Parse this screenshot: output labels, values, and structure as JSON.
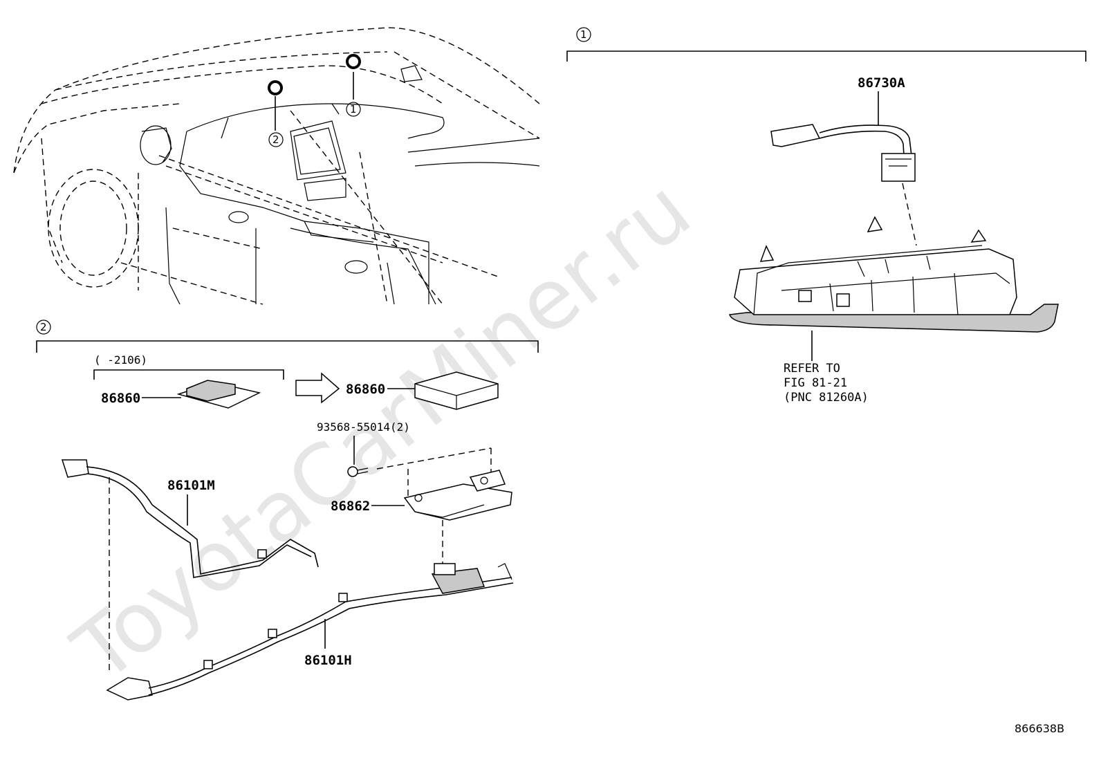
{
  "watermark": "ToyotaCarMiner.ru",
  "figure_number": "866638B",
  "callouts": {
    "one": "1",
    "two": "2"
  },
  "section1": {
    "marker": "1",
    "parts": {
      "p86730A": "86730A"
    },
    "refer": {
      "line1": "REFER TO",
      "line2": "FIG 81-21",
      "line3": "(PNC 81260A)"
    }
  },
  "section2": {
    "marker": "2",
    "date_range": "(      -2106)",
    "parts": {
      "p86860_old": "86860",
      "p86860_new": "86860",
      "p93568": "93568-55014(2)",
      "p86862": "86862",
      "p86101M": "86101M",
      "p86101H": "86101H"
    }
  }
}
